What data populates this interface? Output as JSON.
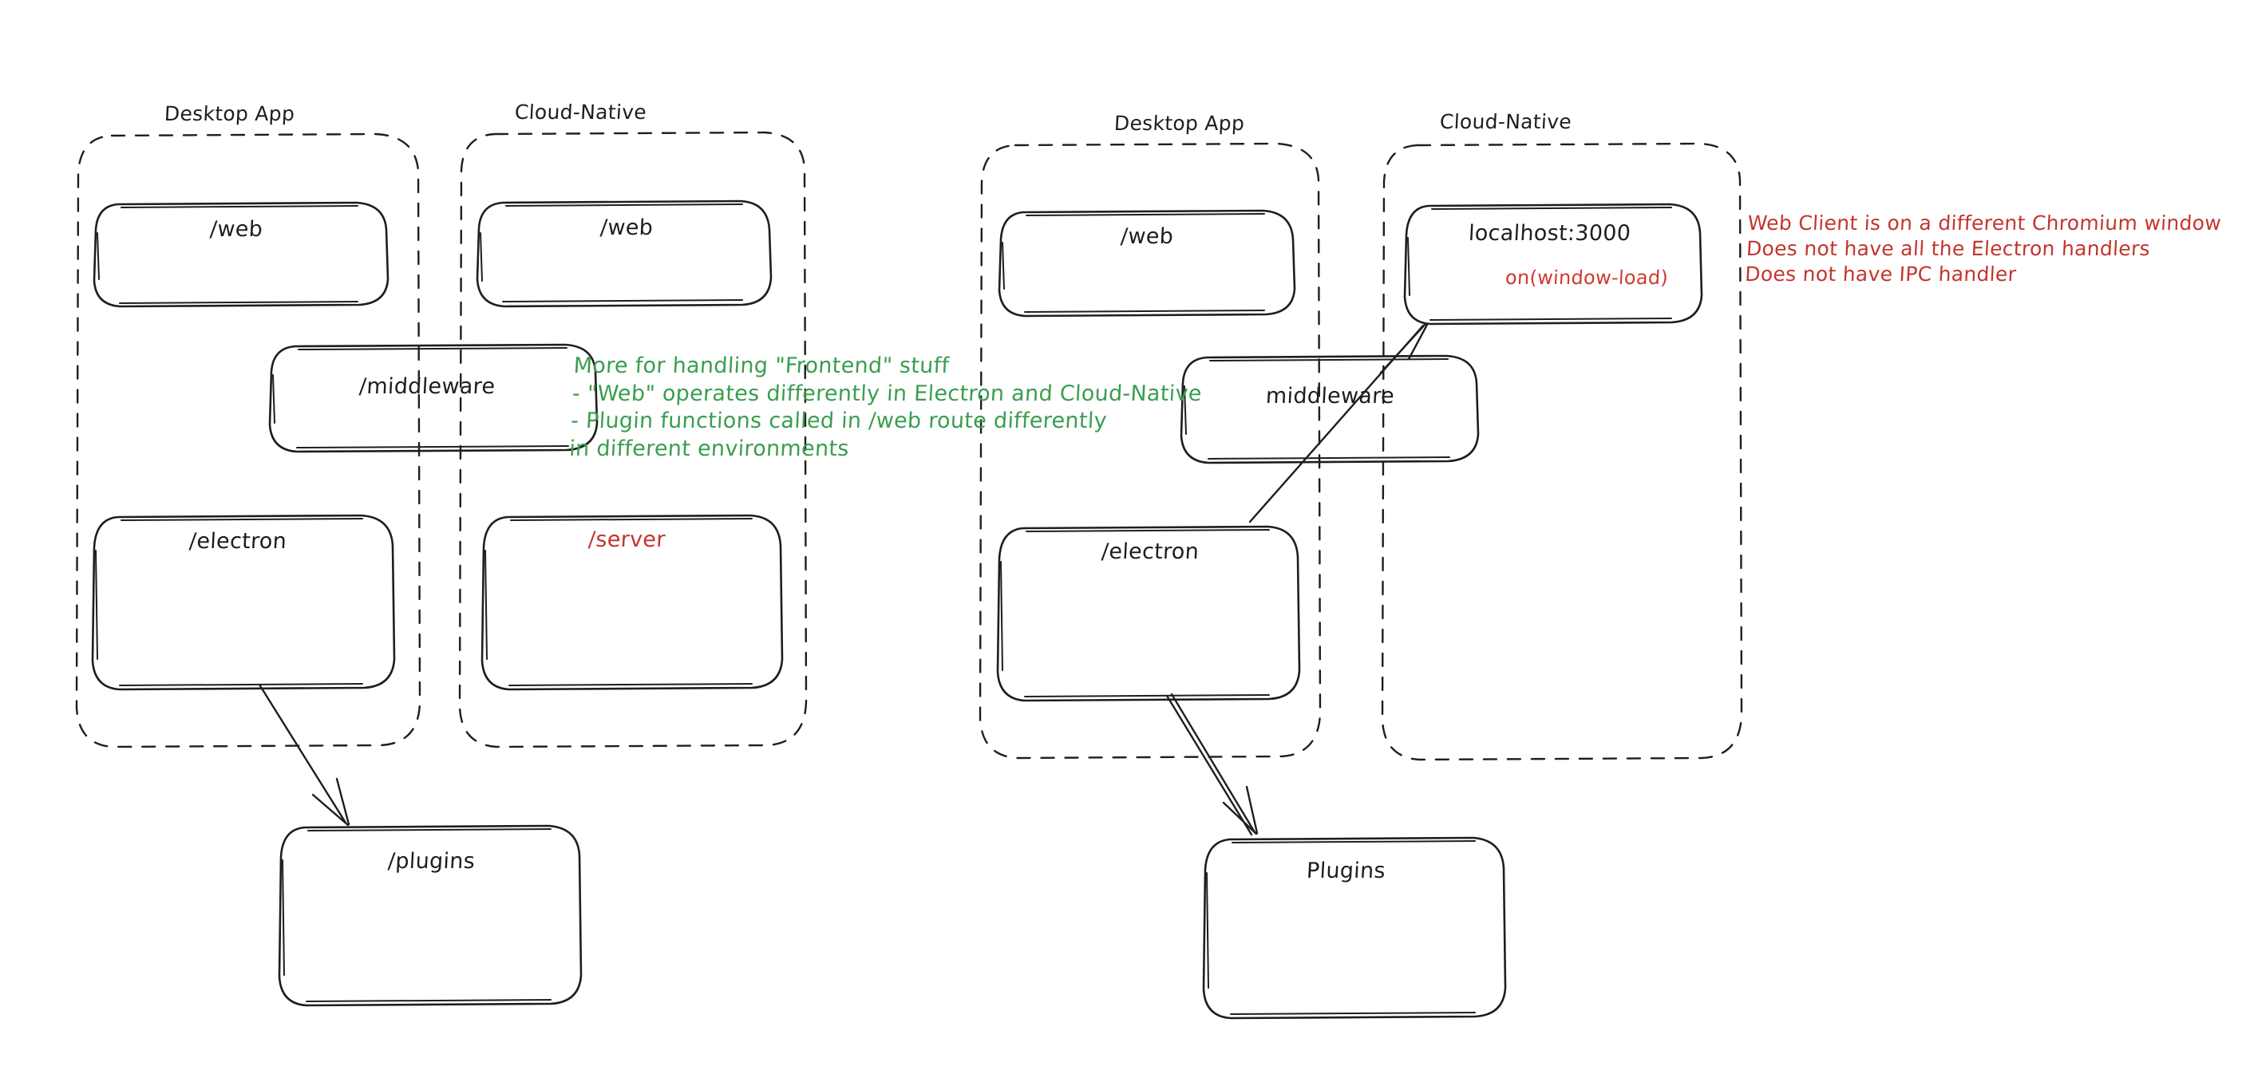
{
  "diagram": {
    "title": "Electron vs Cloud-Native architecture sketch",
    "style": "hand-drawn",
    "background": "#ffffff",
    "colors": {
      "ink": "#1e1e1e",
      "green_note": "#3a9e4f",
      "red_note": "#c3352f"
    }
  },
  "left_diagram": {
    "groups": [
      {
        "id": "left-desktop",
        "title": "Desktop App"
      },
      {
        "id": "left-cloud",
        "title": "Cloud-Native"
      }
    ],
    "boxes": [
      {
        "id": "left-desktop-web",
        "label": "/web",
        "color": "ink"
      },
      {
        "id": "left-cloud-web",
        "label": "/web",
        "color": "ink"
      },
      {
        "id": "left-middleware",
        "label": "/middleware",
        "color": "ink"
      },
      {
        "id": "left-electron",
        "label": "/electron",
        "color": "ink"
      },
      {
        "id": "left-server",
        "label": "/server",
        "color": "red"
      },
      {
        "id": "left-plugins",
        "label": "/plugins",
        "color": "ink"
      }
    ],
    "arrows": [
      {
        "id": "left-electron-to-plugins",
        "from": "/electron",
        "to": "/plugins"
      }
    ],
    "note_green": "More for handling \"Frontend\" stuff\n- \"Web\" operates differently in Electron and Cloud-Native\n- Plugin functions called in /web route differently\nin different environments"
  },
  "right_diagram": {
    "groups": [
      {
        "id": "right-desktop",
        "title": "Desktop App"
      },
      {
        "id": "right-cloud",
        "title": "Cloud-Native"
      }
    ],
    "boxes": [
      {
        "id": "right-desktop-web",
        "label": "/web",
        "color": "ink"
      },
      {
        "id": "right-localhost",
        "label": "localhost:3000",
        "color": "ink",
        "sub_label": "on(window-load)",
        "sub_color": "red"
      },
      {
        "id": "right-middleware",
        "label": "middleware",
        "color": "ink"
      },
      {
        "id": "right-electron",
        "label": "/electron",
        "color": "ink"
      },
      {
        "id": "right-plugins",
        "label": "Plugins",
        "color": "ink"
      }
    ],
    "arrows": [
      {
        "id": "right-electron-to-localhost",
        "from": "/electron",
        "to": "localhost:3000"
      },
      {
        "id": "right-electron-to-plugins",
        "from": "/electron",
        "to": "Plugins"
      }
    ],
    "note_red": "Web Client is on a different Chromium window\nDoes not have all the Electron handlers\nDoes not have IPC handler"
  }
}
